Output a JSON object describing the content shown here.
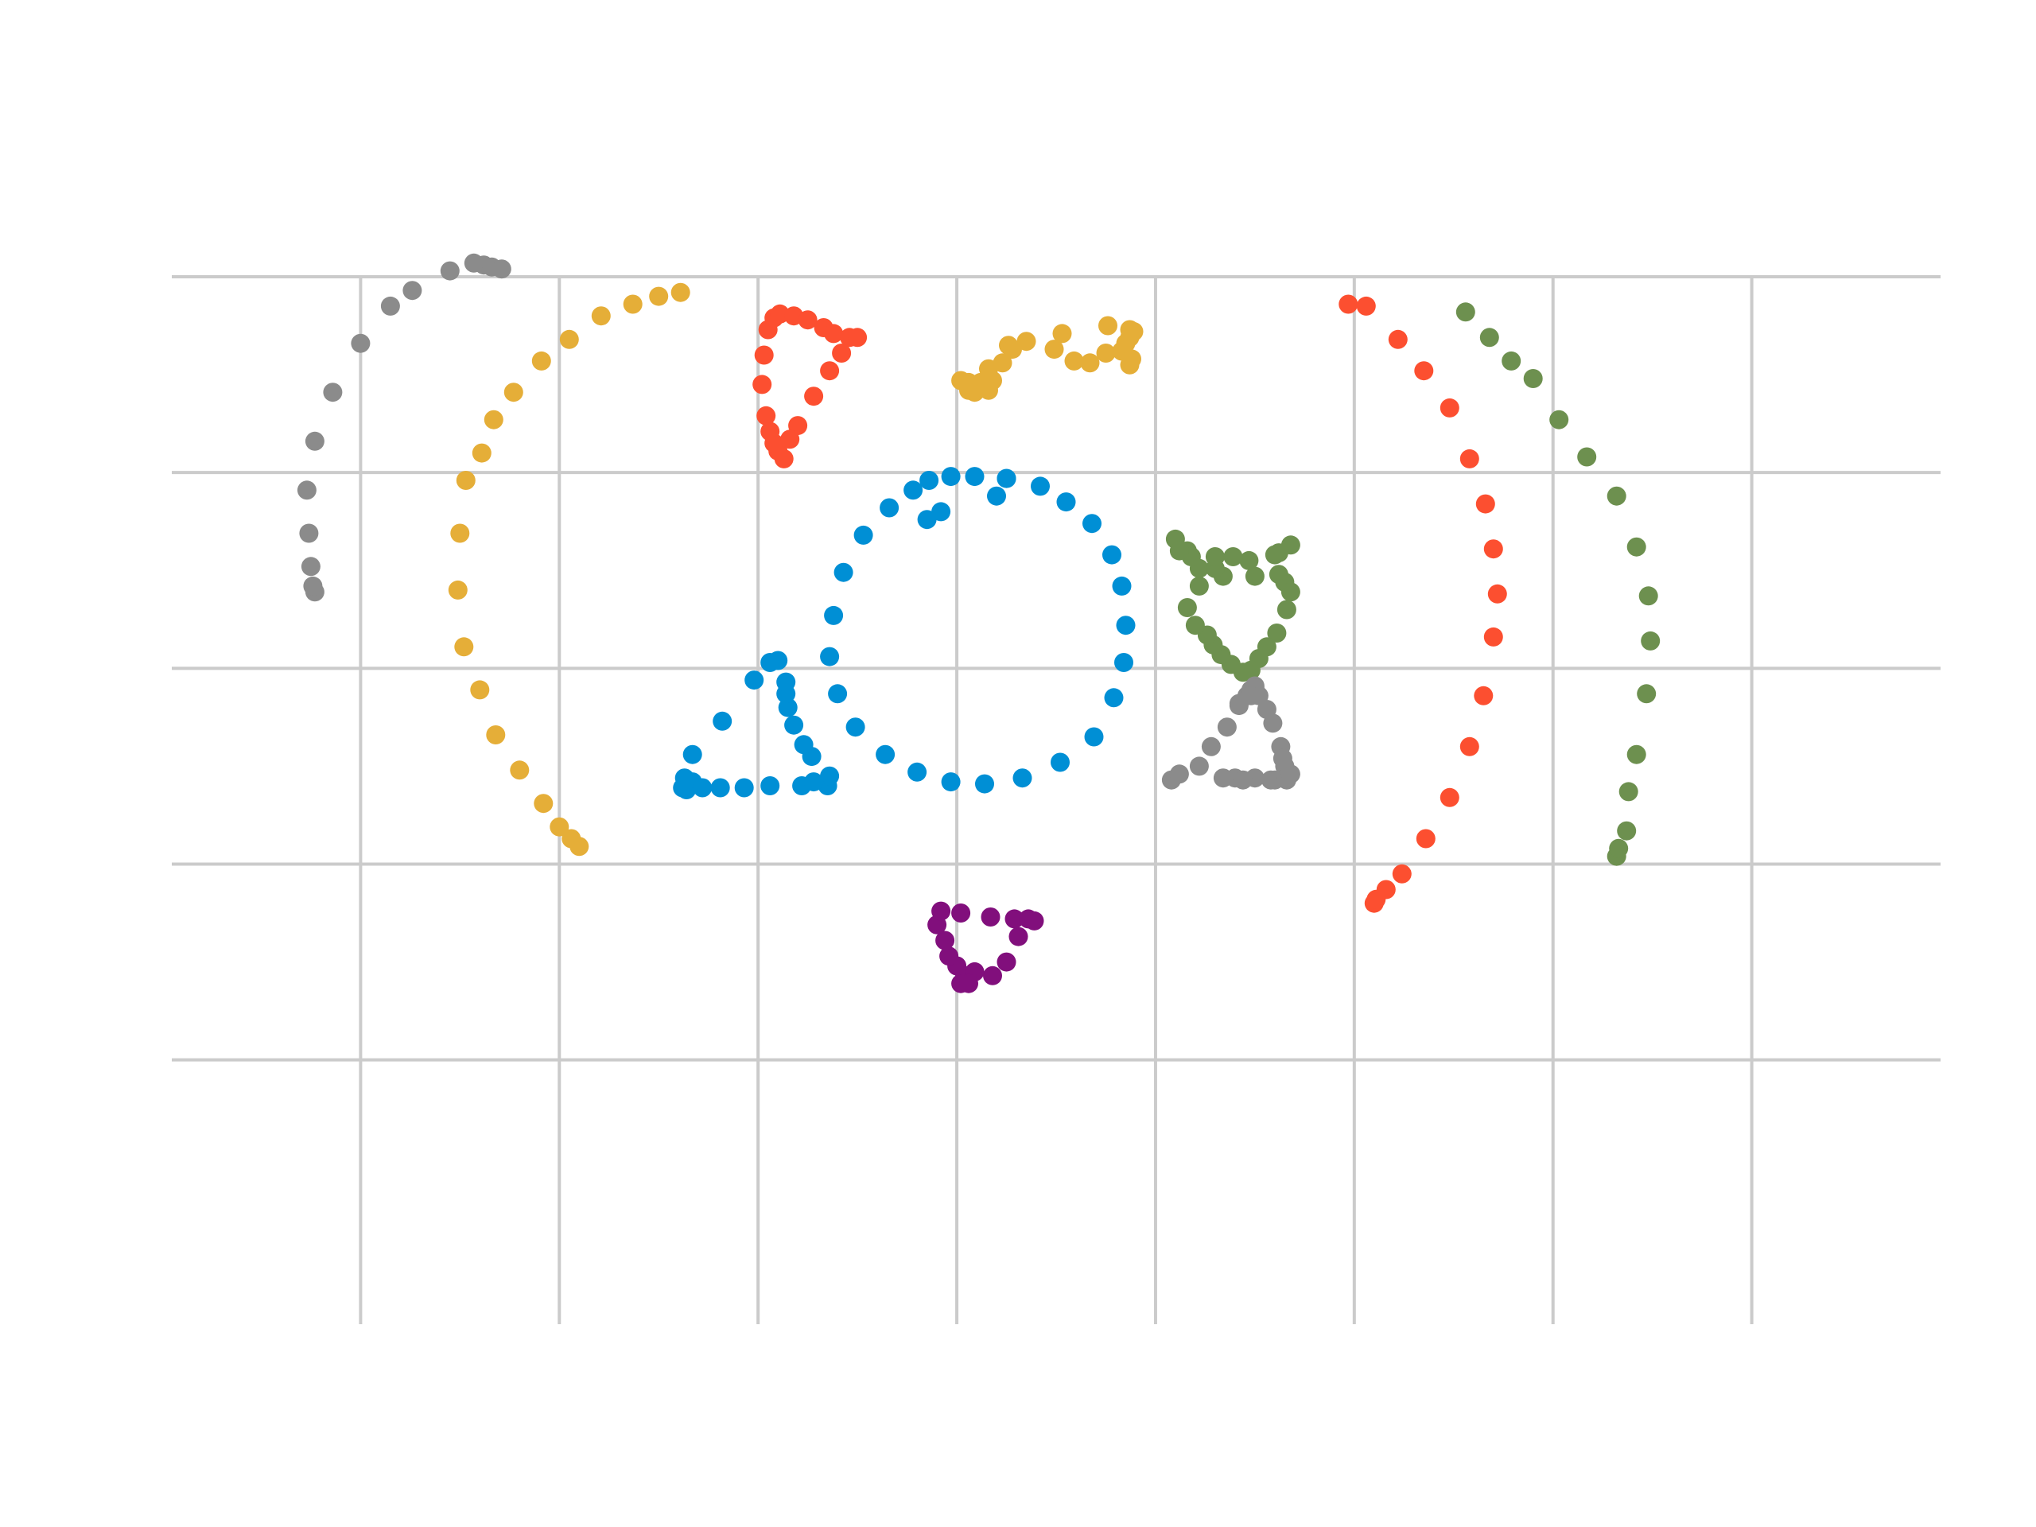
{
  "chart_data": {
    "type": "scatter",
    "title": "",
    "xlabel": "",
    "ylabel": "",
    "xlim": [
      -0.95,
      7.95
    ],
    "ylim": [
      -1.35,
      4.0
    ],
    "xticks": [
      0,
      1,
      2,
      3,
      4,
      5,
      6,
      7
    ],
    "yticks": [
      0,
      1,
      2,
      3,
      4
    ],
    "grid": true,
    "legend": "none",
    "series": [
      {
        "color": "#8b8b8b",
        "points": [
          [
            -0.23,
            2.39
          ],
          [
            -0.24,
            2.42
          ],
          [
            -0.25,
            2.52
          ],
          [
            -0.26,
            2.69
          ],
          [
            -0.27,
            2.91
          ],
          [
            -0.23,
            3.16
          ],
          [
            -0.14,
            3.41
          ],
          [
            0.0,
            3.66
          ],
          [
            0.15,
            3.85
          ],
          [
            0.26,
            3.93
          ],
          [
            0.45,
            4.03
          ],
          [
            0.57,
            4.07
          ],
          [
            0.62,
            4.06
          ],
          [
            0.66,
            4.05
          ],
          [
            0.71,
            4.04
          ]
        ]
      },
      {
        "color": "#e5ae38",
        "points": [
          [
            1.1,
            1.09
          ],
          [
            1.06,
            1.13
          ],
          [
            1.0,
            1.19
          ],
          [
            0.92,
            1.31
          ],
          [
            0.8,
            1.48
          ],
          [
            0.68,
            1.66
          ],
          [
            0.6,
            1.89
          ],
          [
            0.52,
            2.11
          ],
          [
            0.49,
            2.4
          ],
          [
            0.5,
            2.69
          ],
          [
            0.53,
            2.96
          ],
          [
            0.61,
            3.1
          ],
          [
            0.67,
            3.27
          ],
          [
            0.77,
            3.41
          ],
          [
            0.91,
            3.57
          ],
          [
            1.05,
            3.68
          ],
          [
            1.21,
            3.8
          ],
          [
            1.37,
            3.86
          ],
          [
            1.5,
            3.9
          ],
          [
            1.61,
            3.92
          ]
        ]
      },
      {
        "color": "#fc4f30",
        "points": [
          [
            2.13,
            3.07
          ],
          [
            2.1,
            3.11
          ],
          [
            2.08,
            3.15
          ],
          [
            2.06,
            3.21
          ],
          [
            2.04,
            3.29
          ],
          [
            2.02,
            3.45
          ],
          [
            2.03,
            3.6
          ],
          [
            2.05,
            3.73
          ],
          [
            2.08,
            3.79
          ],
          [
            2.11,
            3.81
          ],
          [
            2.18,
            3.8
          ],
          [
            2.25,
            3.78
          ],
          [
            2.33,
            3.74
          ],
          [
            2.38,
            3.71
          ],
          [
            2.46,
            3.69
          ],
          [
            2.5,
            3.69
          ],
          [
            2.42,
            3.61
          ],
          [
            2.36,
            3.52
          ],
          [
            2.28,
            3.39
          ],
          [
            2.2,
            3.24
          ],
          [
            2.16,
            3.17
          ]
        ]
      },
      {
        "color": "#008fd5",
        "points": [
          [
            2.97,
            2.98
          ],
          [
            3.09,
            2.98
          ],
          [
            3.25,
            2.97
          ],
          [
            3.42,
            2.93
          ],
          [
            3.55,
            2.85
          ],
          [
            3.68,
            2.74
          ],
          [
            3.78,
            2.58
          ],
          [
            3.83,
            2.42
          ],
          [
            3.85,
            2.22
          ],
          [
            3.84,
            2.03
          ],
          [
            3.79,
            1.85
          ],
          [
            3.69,
            1.65
          ],
          [
            3.52,
            1.52
          ],
          [
            3.33,
            1.44
          ],
          [
            3.14,
            1.41
          ],
          [
            2.97,
            1.42
          ],
          [
            2.8,
            1.47
          ],
          [
            2.64,
            1.56
          ],
          [
            2.49,
            1.7
          ],
          [
            2.4,
            1.87
          ],
          [
            2.36,
            2.06
          ],
          [
            2.38,
            2.27
          ],
          [
            2.43,
            2.49
          ],
          [
            2.53,
            2.68
          ],
          [
            2.66,
            2.82
          ],
          [
            2.78,
            2.91
          ],
          [
            2.86,
            2.96
          ],
          [
            2.92,
            2.8
          ],
          [
            2.85,
            2.76
          ],
          [
            3.2,
            2.88
          ],
          [
            3.25,
            2.97
          ],
          [
            1.64,
            1.38
          ],
          [
            1.67,
            1.42
          ],
          [
            1.72,
            1.39
          ],
          [
            1.81,
            1.39
          ],
          [
            1.93,
            1.39
          ],
          [
            2.06,
            1.4
          ],
          [
            2.22,
            1.4
          ],
          [
            2.35,
            1.4
          ],
          [
            2.36,
            1.45
          ],
          [
            2.28,
            1.42
          ],
          [
            2.27,
            1.55
          ],
          [
            2.23,
            1.61
          ],
          [
            2.18,
            1.71
          ],
          [
            2.15,
            1.8
          ],
          [
            2.14,
            1.87
          ],
          [
            2.14,
            1.93
          ],
          [
            2.1,
            2.04
          ],
          [
            2.06,
            2.03
          ],
          [
            1.98,
            1.94
          ],
          [
            1.82,
            1.73
          ],
          [
            1.67,
            1.56
          ],
          [
            1.62,
            1.39
          ],
          [
            1.63,
            1.44
          ]
        ]
      },
      {
        "color": "#810f7c",
        "points": [
          [
            3.02,
            0.39
          ],
          [
            3.04,
            0.43
          ],
          [
            3.0,
            0.48
          ],
          [
            2.96,
            0.53
          ],
          [
            2.94,
            0.61
          ],
          [
            2.9,
            0.69
          ],
          [
            2.92,
            0.76
          ],
          [
            3.02,
            0.75
          ],
          [
            3.17,
            0.73
          ],
          [
            3.29,
            0.72
          ],
          [
            3.36,
            0.72
          ],
          [
            3.39,
            0.71
          ],
          [
            3.31,
            0.63
          ],
          [
            3.25,
            0.5
          ],
          [
            3.18,
            0.43
          ],
          [
            3.09,
            0.45
          ],
          [
            3.06,
            0.39
          ]
        ]
      },
      {
        "color": "#e5ae38",
        "points": [
          [
            3.87,
            3.73
          ],
          [
            3.87,
            3.69
          ],
          [
            3.83,
            3.62
          ],
          [
            3.75,
            3.61
          ],
          [
            3.67,
            3.56
          ],
          [
            3.59,
            3.57
          ],
          [
            3.49,
            3.63
          ],
          [
            3.35,
            3.67
          ],
          [
            3.26,
            3.65
          ],
          [
            3.23,
            3.56
          ],
          [
            3.18,
            3.47
          ],
          [
            3.12,
            3.46
          ],
          [
            3.09,
            3.41
          ],
          [
            3.06,
            3.46
          ],
          [
            3.16,
            3.42
          ],
          [
            3.06,
            3.42
          ],
          [
            3.02,
            3.47
          ],
          [
            3.16,
            3.53
          ],
          [
            3.28,
            3.63
          ],
          [
            3.53,
            3.71
          ],
          [
            3.76,
            3.75
          ],
          [
            3.89,
            3.72
          ],
          [
            3.88,
            3.58
          ],
          [
            3.87,
            3.55
          ],
          [
            3.85,
            3.66
          ]
        ]
      },
      {
        "color": "#6d904f",
        "points": [
          [
            4.1,
            2.66
          ],
          [
            4.16,
            2.6
          ],
          [
            4.22,
            2.51
          ],
          [
            4.34,
            2.47
          ],
          [
            4.5,
            2.47
          ],
          [
            4.62,
            2.48
          ],
          [
            4.65,
            2.44
          ],
          [
            4.68,
            2.39
          ],
          [
            4.66,
            2.3
          ],
          [
            4.61,
            2.18
          ],
          [
            4.56,
            2.11
          ],
          [
            4.52,
            2.05
          ],
          [
            4.48,
            1.99
          ],
          [
            4.44,
            1.98
          ],
          [
            4.38,
            2.02
          ],
          [
            4.33,
            2.07
          ],
          [
            4.29,
            2.12
          ],
          [
            4.26,
            2.17
          ],
          [
            4.2,
            2.22
          ],
          [
            4.16,
            2.31
          ],
          [
            4.22,
            2.42
          ],
          [
            4.3,
            2.51
          ],
          [
            4.47,
            2.55
          ],
          [
            4.62,
            2.59
          ],
          [
            4.68,
            2.63
          ],
          [
            4.6,
            2.58
          ],
          [
            4.39,
            2.57
          ],
          [
            4.3,
            2.57
          ],
          [
            4.18,
            2.57
          ],
          [
            4.12,
            2.6
          ]
        ]
      },
      {
        "color": "#8b8b8b",
        "points": [
          [
            4.08,
            1.43
          ],
          [
            4.12,
            1.46
          ],
          [
            4.22,
            1.5
          ],
          [
            4.28,
            1.6
          ],
          [
            4.36,
            1.7
          ],
          [
            4.42,
            1.81
          ],
          [
            4.46,
            1.86
          ],
          [
            4.48,
            1.89
          ],
          [
            4.5,
            1.91
          ],
          [
            4.52,
            1.86
          ],
          [
            4.56,
            1.79
          ],
          [
            4.59,
            1.72
          ],
          [
            4.63,
            1.6
          ],
          [
            4.65,
            1.5
          ],
          [
            4.66,
            1.43
          ],
          [
            4.6,
            1.43
          ],
          [
            4.5,
            1.44
          ],
          [
            4.4,
            1.44
          ],
          [
            4.34,
            1.44
          ],
          [
            4.44,
            1.43
          ],
          [
            4.58,
            1.43
          ],
          [
            4.66,
            1.44
          ],
          [
            4.68,
            1.46
          ],
          [
            4.64,
            1.54
          ],
          [
            4.5,
            1.9
          ],
          [
            4.48,
            1.86
          ],
          [
            4.42,
            1.82
          ]
        ]
      },
      {
        "color": "#fc4f30",
        "points": [
          [
            5.1,
            0.8
          ],
          [
            5.11,
            0.82
          ],
          [
            5.16,
            0.87
          ],
          [
            5.24,
            0.95
          ],
          [
            5.36,
            1.13
          ],
          [
            5.48,
            1.34
          ],
          [
            5.58,
            1.6
          ],
          [
            5.65,
            1.86
          ],
          [
            5.7,
            2.16
          ],
          [
            5.72,
            2.38
          ],
          [
            5.7,
            2.61
          ],
          [
            5.66,
            2.84
          ],
          [
            5.58,
            3.07
          ],
          [
            5.48,
            3.33
          ],
          [
            5.35,
            3.52
          ],
          [
            5.22,
            3.68
          ],
          [
            5.06,
            3.85
          ],
          [
            4.97,
            3.86
          ]
        ]
      },
      {
        "color": "#6d904f",
        "points": [
          [
            6.32,
            1.04
          ],
          [
            6.33,
            1.08
          ],
          [
            6.37,
            1.17
          ],
          [
            6.38,
            1.37
          ],
          [
            6.42,
            1.56
          ],
          [
            6.47,
            1.87
          ],
          [
            6.49,
            2.14
          ],
          [
            6.48,
            2.37
          ],
          [
            6.42,
            2.62
          ],
          [
            6.32,
            2.88
          ],
          [
            6.17,
            3.08
          ],
          [
            6.03,
            3.27
          ],
          [
            5.9,
            3.48
          ],
          [
            5.79,
            3.57
          ],
          [
            5.68,
            3.69
          ],
          [
            5.56,
            3.82
          ]
        ]
      }
    ]
  }
}
